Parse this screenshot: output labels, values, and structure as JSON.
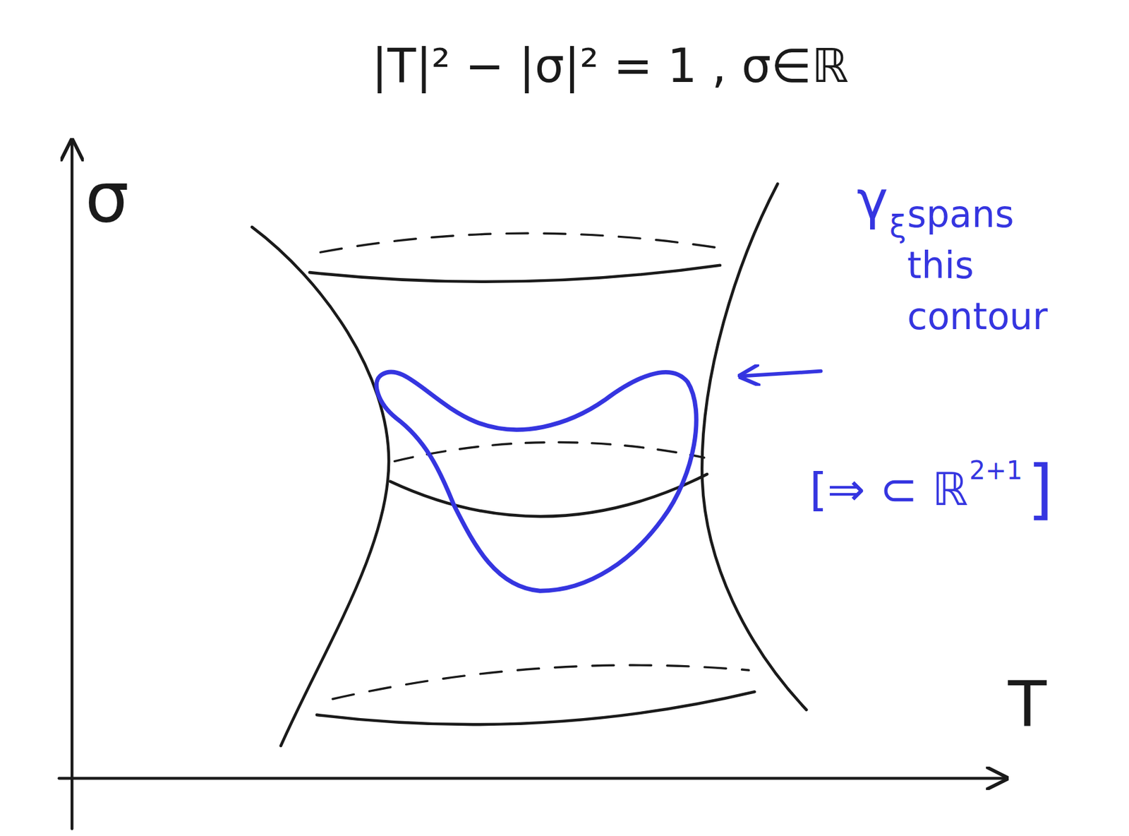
{
  "diagram": {
    "labels": [
      "|T|² − |σ|² = 1 , σ∈ℝ",
      "σ",
      "T",
      "γ",
      "ξ",
      "spans this contour",
      "[⇒ ⊂ ℝ",
      "2+1",
      "]"
    ]
  }
}
